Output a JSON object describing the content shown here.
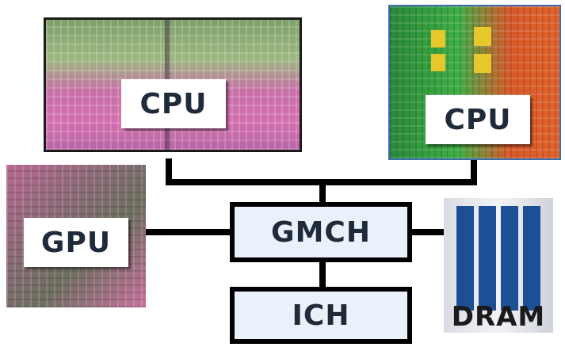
{
  "nodes": {
    "cpu_left": {
      "label": "CPU"
    },
    "cpu_right": {
      "label": "CPU"
    },
    "gpu": {
      "label": "GPU"
    },
    "gmch": {
      "label": "GMCH"
    },
    "ich": {
      "label": "ICH"
    },
    "dram": {
      "label": "DRAM"
    }
  },
  "edges": [
    {
      "from": "CPU",
      "to": "GMCH"
    },
    {
      "from": "CPU",
      "to": "GMCH"
    },
    {
      "from": "GPU",
      "to": "GMCH"
    },
    {
      "from": "GMCH",
      "to": "DRAM"
    },
    {
      "from": "GMCH",
      "to": "ICH"
    }
  ],
  "colors": {
    "hub_fill": "#eaf1fb",
    "hub_border": "#000000",
    "label_text": "#1f2a3a",
    "dram_stick": "#1c4f96"
  }
}
